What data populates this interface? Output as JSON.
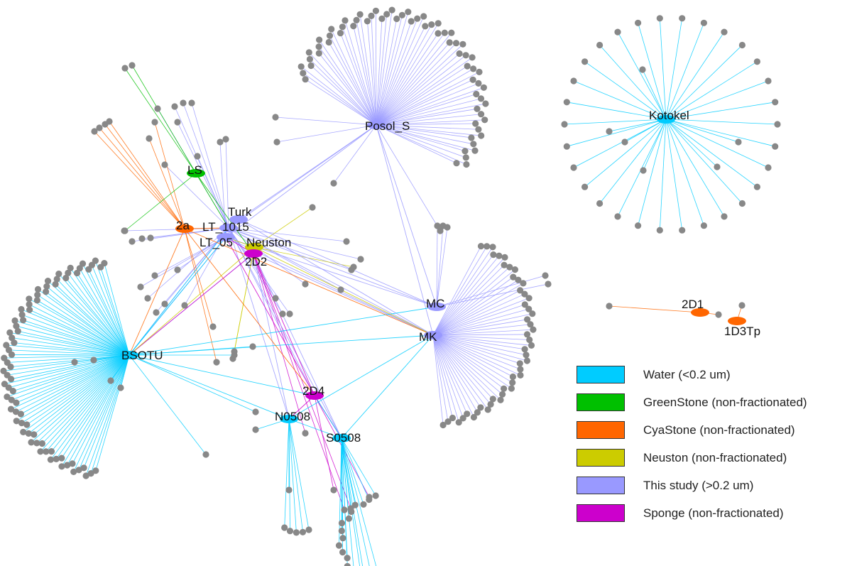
{
  "colors": {
    "water": "#00ccff",
    "greenstone": "#00c000",
    "cyastone": "#ff6600",
    "neuston": "#cccc00",
    "this_study": "#9999ff",
    "sponge": "#cc00cc",
    "leaf": "#888888"
  },
  "hubs": {
    "posol": "Posol_S",
    "kotokel": "Kotokel",
    "ls": "LS",
    "turk": "Turk",
    "lt1015": "LT_1015",
    "lt05": "LT_05",
    "neuston": "Neuston",
    "a2": "2a",
    "d2": "2D2",
    "mc": "MC",
    "mk": "MK",
    "bsotu": "BSOTU",
    "d4": "2D4",
    "n0508": "N0508",
    "s0508": "S0508",
    "d1": "2D1",
    "d3tp": "1D3Tp"
  },
  "legend": [
    {
      "label": "Water (<0.2 um)",
      "color": "#00ccff"
    },
    {
      "label": "GreenStone (non-fractionated)",
      "color": "#00c000"
    },
    {
      "label": "CyaStone (non-fractionated)",
      "color": "#ff6600"
    },
    {
      "label": "Neuston (non-fractionated)",
      "color": "#cccc00"
    },
    {
      "label": "This study (>0.2 um)",
      "color": "#9999ff"
    },
    {
      "label": "Sponge (non-fractionated)",
      "color": "#cc00cc"
    }
  ]
}
